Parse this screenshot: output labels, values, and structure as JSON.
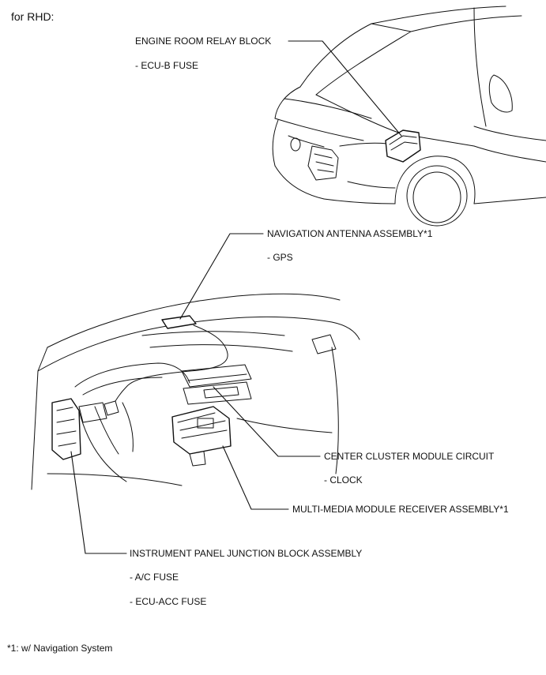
{
  "header": {
    "text": "for RHD:"
  },
  "labels": {
    "engine_room_title": "ENGINE ROOM RELAY BLOCK",
    "engine_room_item1": "- ECU-B FUSE",
    "nav_antenna_title": "NAVIGATION ANTENNA ASSEMBLY*1",
    "nav_antenna_item1": "- GPS",
    "center_cluster_title": "CENTER CLUSTER MODULE CIRCUIT",
    "center_cluster_item1": "- CLOCK",
    "multimedia_title": "MULTI-MEDIA MODULE RECEIVER ASSEMBLY*1",
    "ip_junction_title": "INSTRUMENT PANEL JUNCTION BLOCK ASSEMBLY",
    "ip_junction_item1": "- A/C FUSE",
    "ip_junction_item2": "- ECU-ACC FUSE"
  },
  "footnote": {
    "text": "*1: w/ Navigation System"
  }
}
